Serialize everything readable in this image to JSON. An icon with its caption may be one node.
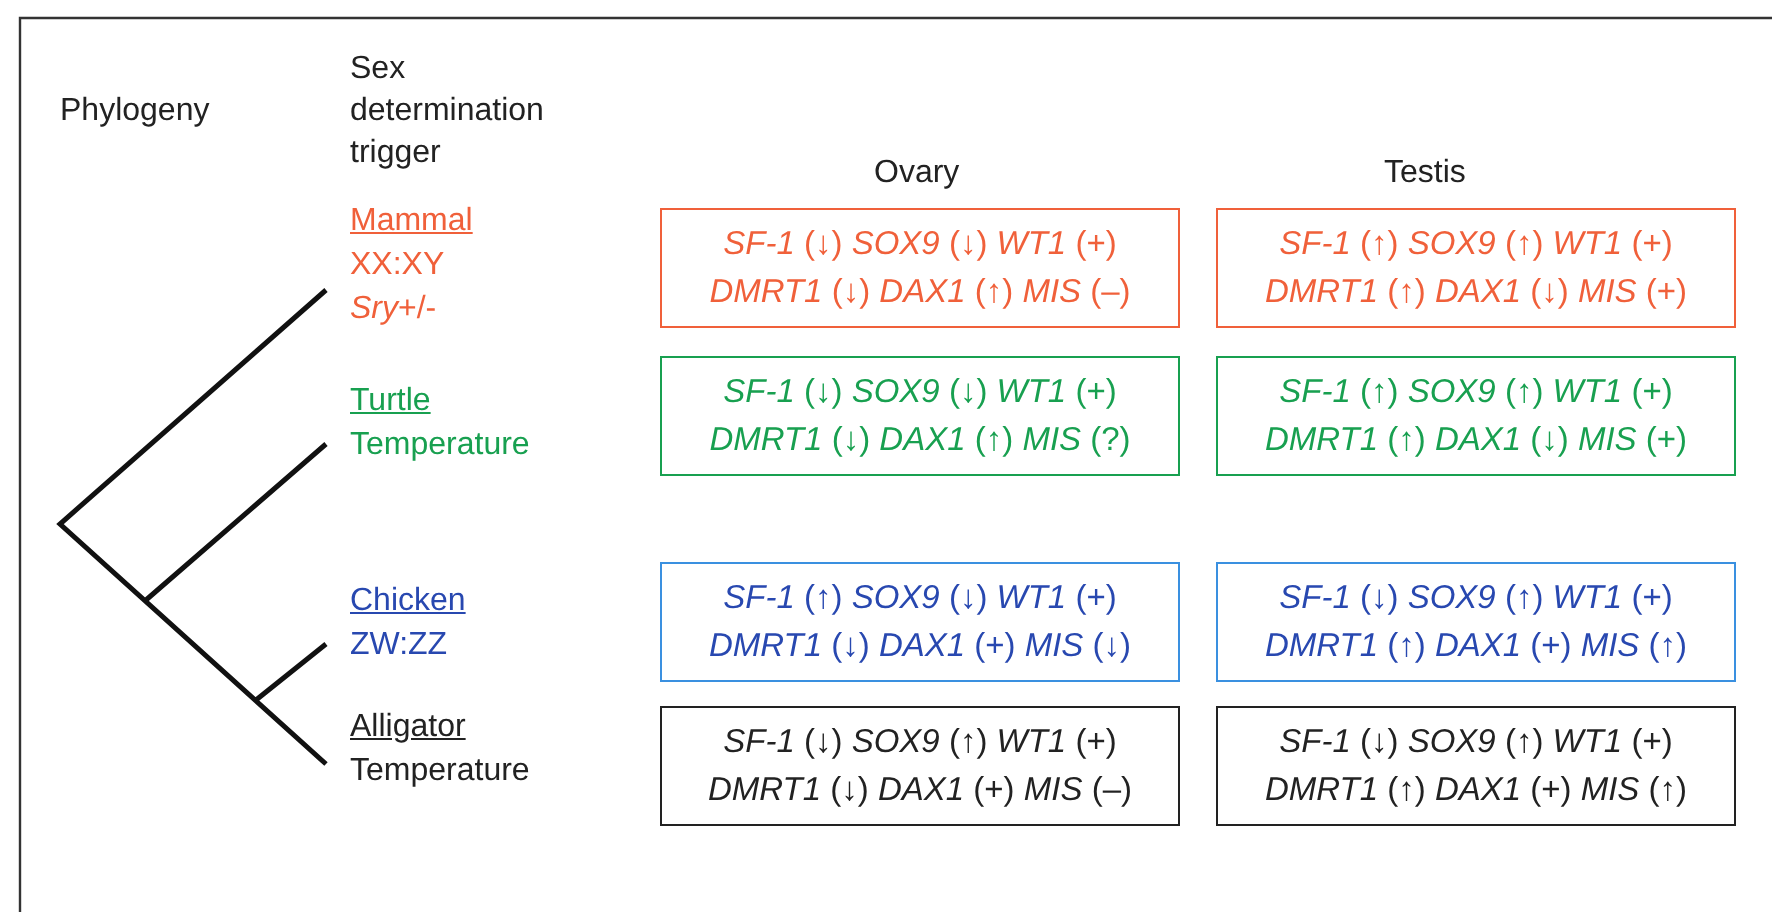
{
  "diagram": {
    "nodes": [
      {
        "text": [
          "Mammal",
          "XX:XY",
          "*Sry*+/-"
        ]
      },
      {
        "text": [
          "*SF-1* (↓) *SOX9* (↓) *WT1* (+) *DMRT1* (↓) *DAX1* (↑) *MIS* (–)"
        ]
      },
      {
        "text": [
          "*SF-1* (↑) *SOX9* (↑) *WT1* (+) *DMRT1* (↑) *DAX1* (↓) *MIS* (+)"
        ]
      },
      {
        "text": [
          "Turtle",
          "Temperature"
        ]
      },
      {
        "text": [
          "*SF-1* (↓) *SOX9* (↓) *WT1* (+) *DMRT1* (↓) *DAX1* (↑) *MIS* (?)"
        ]
      },
      {
        "text": [
          "*SF-1* (↑) *SOX9* (↑) *WT1* (+) *DMRT1* (↑) *DAX1* (↓) *MIS* (+)"
        ]
      },
      {
        "text": [
          "Chicken",
          "ZW:ZZ"
        ]
      },
      {
        "text": [
          "*SF-1* (↑) *SOX9* (↓) *WT1* (+) *DMRT1* (↓) *DAX1* (+) *MIS* (↓)"
        ]
      },
      {
        "text": [
          "*SF-1* (↓) *SOX9* (↑) *WT1* (+) *DMRT1* (↑) *DAX1* (+) *MIS* (↑)"
        ]
      },
      {
        "text": [
          "Alligator",
          "Temperature"
        ]
      },
      {
        "text": [
          "*SF-1* (↓) *SOX9* (↑) *WT1* (+) *DMRT1* (↓) *DAX1* (+) *MIS* (–)"
        ]
      },
      {
        "text": [
          "*SF-1* (↓) *SOX9* (↑) *WT1* (+) *DMRT1* (↑) *DAX1* (+) *MIS* (↑)"
        ]
      }
    ],
    "edges": [],
    "labels": [
      "Phylogeny",
      "Sex determination trigger",
      "Ovary",
      "Testis"
    ]
  }
}
